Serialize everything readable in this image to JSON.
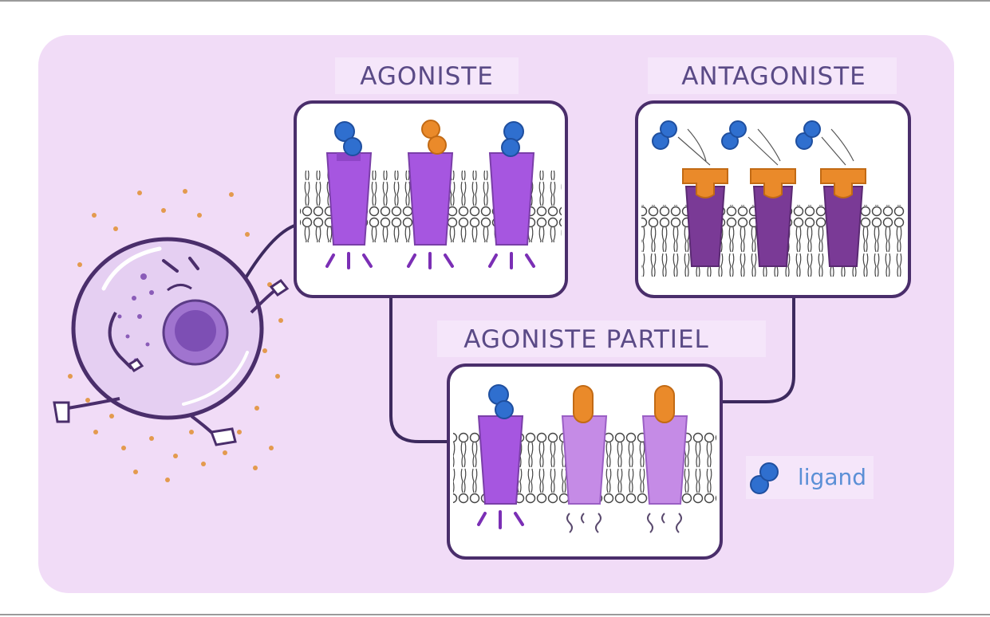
{
  "panels": {
    "agoniste": {
      "title": "AGONISTE"
    },
    "antagoniste": {
      "title": "ANTAGONISTE"
    },
    "partiel": {
      "title": "AGONISTE PARTIEL"
    }
  },
  "legend": {
    "label": "ligand",
    "icon": "ligand-icon"
  },
  "colors": {
    "background_panel": "#f1dcf7",
    "frame": "#4a2e6b",
    "receptor_violet": "#a656e0",
    "receptor_dark": "#7a3a96",
    "receptor_light": "#c58be6",
    "ligand_blue": "#2f6fcf",
    "ligand_orange": "#ea8a2a",
    "dots": "#e39a4e"
  }
}
